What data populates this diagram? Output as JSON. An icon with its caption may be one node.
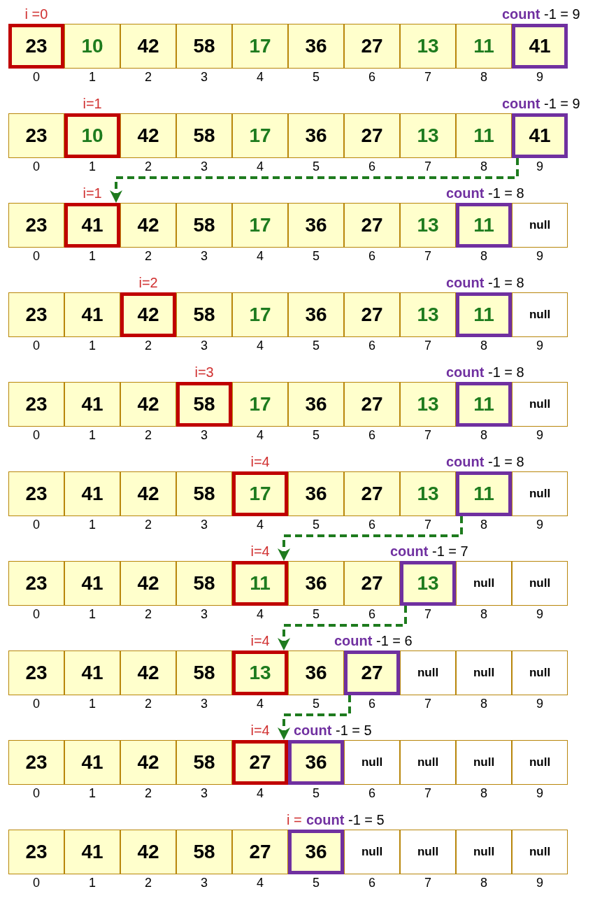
{
  "diagram": {
    "nodes": [
      {
        "text": [
          "23"
        ]
      },
      {
        "text": [
          "10"
        ]
      },
      {
        "text": [
          "42"
        ]
      },
      {
        "text": [
          "58"
        ]
      },
      {
        "text": [
          "17"
        ]
      },
      {
        "text": [
          "36"
        ]
      },
      {
        "text": [
          "27"
        ]
      },
      {
        "text": [
          "13"
        ]
      },
      {
        "text": [
          "11"
        ]
      },
      {
        "text": [
          "41"
        ]
      },
      {
        "text": [
          "23"
        ]
      },
      {
        "text": [
          "10"
        ]
      },
      {
        "text": [
          "42"
        ]
      },
      {
        "text": [
          "58"
        ]
      },
      {
        "text": [
          "17"
        ]
      },
      {
        "text": [
          "36"
        ]
      },
      {
        "text": [
          "27"
        ]
      },
      {
        "text": [
          "13"
        ]
      },
      {
        "text": [
          "11"
        ]
      },
      {
        "text": [
          "41"
        ]
      },
      {
        "text": [
          "23"
        ]
      },
      {
        "text": [
          "41"
        ]
      },
      {
        "text": [
          "42"
        ]
      },
      {
        "text": [
          "58"
        ]
      },
      {
        "text": [
          "17"
        ]
      },
      {
        "text": [
          "36"
        ]
      },
      {
        "text": [
          "27"
        ]
      },
      {
        "text": [
          "13"
        ]
      },
      {
        "text": [
          "11"
        ]
      },
      {
        "text": [
          "null"
        ]
      },
      {
        "text": [
          "23"
        ]
      },
      {
        "text": [
          "41"
        ]
      },
      {
        "text": [
          "42"
        ]
      },
      {
        "text": [
          "58"
        ]
      },
      {
        "text": [
          "17"
        ]
      },
      {
        "text": [
          "36"
        ]
      },
      {
        "text": [
          "27"
        ]
      },
      {
        "text": [
          "13"
        ]
      },
      {
        "text": [
          "11"
        ]
      },
      {
        "text": [
          "null"
        ]
      },
      {
        "text": [
          "23"
        ]
      },
      {
        "text": [
          "41"
        ]
      },
      {
        "text": [
          "42"
        ]
      },
      {
        "text": [
          "58"
        ]
      },
      {
        "text": [
          "17"
        ]
      },
      {
        "text": [
          "36"
        ]
      },
      {
        "text": [
          "27"
        ]
      },
      {
        "text": [
          "13"
        ]
      },
      {
        "text": [
          "11"
        ]
      },
      {
        "text": [
          "null"
        ]
      },
      {
        "text": [
          "23"
        ]
      },
      {
        "text": [
          "41"
        ]
      },
      {
        "text": [
          "42"
        ]
      },
      {
        "text": [
          "58"
        ]
      },
      {
        "text": [
          "17"
        ]
      },
      {
        "text": [
          "36"
        ]
      },
      {
        "text": [
          "27"
        ]
      },
      {
        "text": [
          "13"
        ]
      },
      {
        "text": [
          "11"
        ]
      },
      {
        "text": [
          "null"
        ]
      },
      {
        "text": [
          "23"
        ]
      },
      {
        "text": [
          "41"
        ]
      },
      {
        "text": [
          "42"
        ]
      },
      {
        "text": [
          "58"
        ]
      },
      {
        "text": [
          "11"
        ]
      },
      {
        "text": [
          "36"
        ]
      },
      {
        "text": [
          "27"
        ]
      },
      {
        "text": [
          "13"
        ]
      },
      {
        "text": [
          "null"
        ]
      },
      {
        "text": [
          "null"
        ]
      },
      {
        "text": [
          "23"
        ]
      },
      {
        "text": [
          "41"
        ]
      },
      {
        "text": [
          "42"
        ]
      },
      {
        "text": [
          "58"
        ]
      },
      {
        "text": [
          "13"
        ]
      },
      {
        "text": [
          "36"
        ]
      },
      {
        "text": [
          "27"
        ]
      },
      {
        "text": [
          "null"
        ]
      },
      {
        "text": [
          "null"
        ]
      },
      {
        "text": [
          "null"
        ]
      },
      {
        "text": [
          "23"
        ]
      },
      {
        "text": [
          "41"
        ]
      },
      {
        "text": [
          "42"
        ]
      },
      {
        "text": [
          "58"
        ]
      },
      {
        "text": [
          "27"
        ]
      },
      {
        "text": [
          "36"
        ]
      },
      {
        "text": [
          "null"
        ]
      },
      {
        "text": [
          "null"
        ]
      },
      {
        "text": [
          "null"
        ]
      },
      {
        "text": [
          "null"
        ]
      },
      {
        "text": [
          "23"
        ]
      },
      {
        "text": [
          "41"
        ]
      },
      {
        "text": [
          "42"
        ]
      },
      {
        "text": [
          "58"
        ]
      },
      {
        "text": [
          "27"
        ]
      },
      {
        "text": [
          "36"
        ]
      },
      {
        "text": [
          "null"
        ]
      },
      {
        "text": [
          "null"
        ]
      },
      {
        "text": [
          "null"
        ]
      },
      {
        "text": [
          "null"
        ]
      }
    ],
    "edges": [
      {
        "from": 19,
        "to": 21,
        "arrow": "to",
        "style": "dashed",
        "color": "#1e7b1e"
      },
      {
        "from": 58,
        "to": 64,
        "arrow": "to",
        "style": "dashed",
        "color": "#1e7b1e"
      },
      {
        "from": 67,
        "to": 74,
        "arrow": "to",
        "style": "dashed",
        "color": "#1e7b1e"
      },
      {
        "from": 76,
        "to": 84,
        "arrow": "to",
        "style": "dashed",
        "color": "#1e7b1e"
      }
    ],
    "labels": [
      "i =0",
      "**count** -1 = 9",
      "0",
      "1",
      "2",
      "3",
      "4",
      "5",
      "6",
      "7",
      "8",
      "9",
      "i=1",
      "**count** -1 = 9",
      "0",
      "1",
      "2",
      "3",
      "4",
      "5",
      "6",
      "7",
      "8",
      "9",
      "i=1",
      "**count** -1 = 8",
      "0",
      "1",
      "2",
      "3",
      "4",
      "5",
      "6",
      "7",
      "8",
      "9",
      "i=2",
      "**count** -1 = 8",
      "0",
      "1",
      "2",
      "3",
      "4",
      "5",
      "6",
      "7",
      "8",
      "9",
      "i=3",
      "**count** -1 = 8",
      "0",
      "1",
      "2",
      "3",
      "4",
      "5",
      "6",
      "7",
      "8",
      "9",
      "i=4",
      "**count** -1 = 8",
      "0",
      "1",
      "2",
      "3",
      "4",
      "5",
      "6",
      "7",
      "8",
      "9",
      "i=4",
      "**count** -1 = 7",
      "0",
      "1",
      "2",
      "3",
      "4",
      "5",
      "6",
      "7",
      "8",
      "9",
      "i=4",
      "**count** -1 = 6",
      "0",
      "1",
      "2",
      "3",
      "4",
      "5",
      "6",
      "7",
      "8",
      "9",
      "i=4",
      "**count** -1 = 5",
      "0",
      "1",
      "2",
      "3",
      "4",
      "5",
      "6",
      "7",
      "8",
      "9",
      "i =",
      "**count** -1 = 5",
      "0",
      "1",
      "2",
      "3",
      "4",
      "5",
      "6",
      "7",
      "8",
      "9"
    ]
  }
}
